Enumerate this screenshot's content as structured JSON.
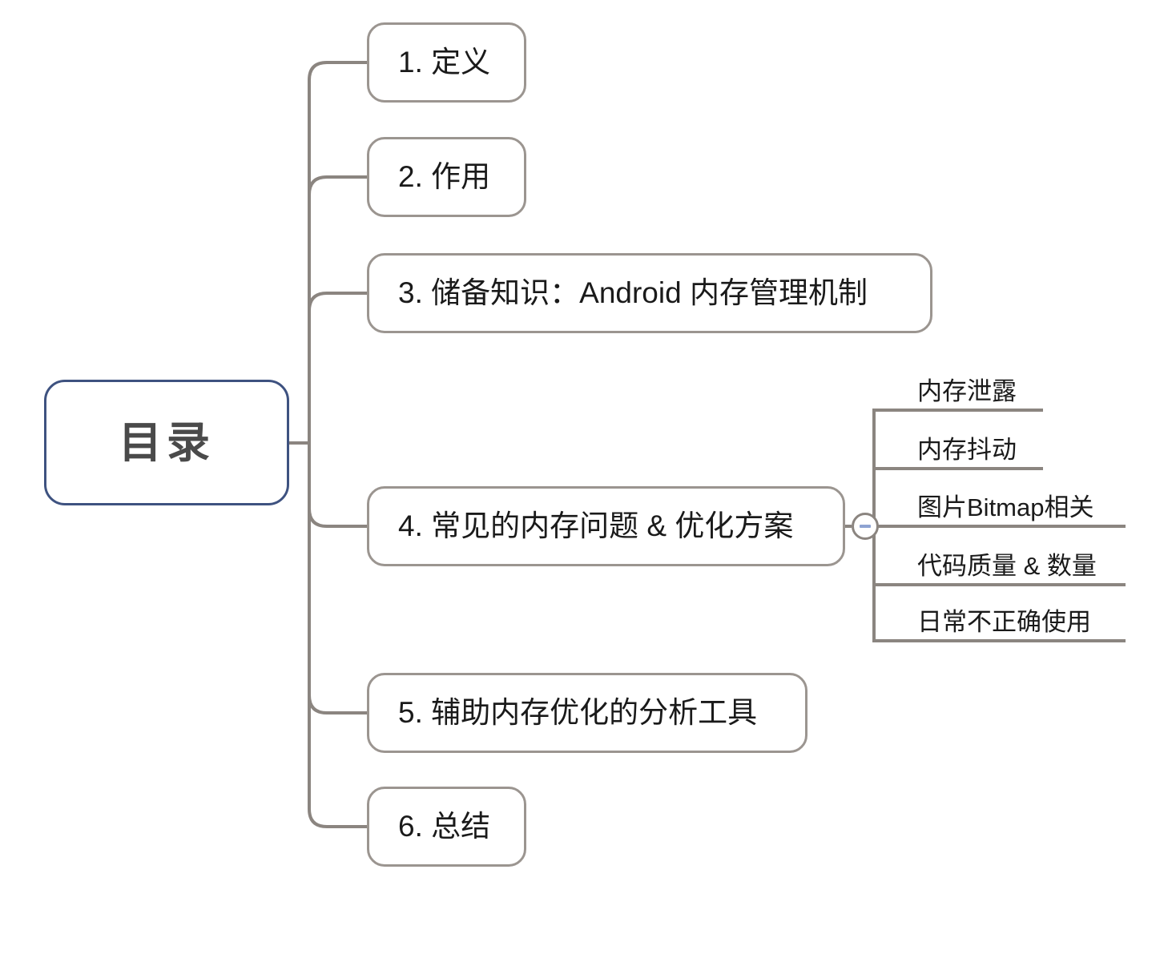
{
  "diagram": {
    "type": "mindmap",
    "title": "目录",
    "root": {
      "label": "目录",
      "border_color": "#3e5280",
      "text_color": "#4a4a4a"
    },
    "branch_border_color": "#9b9590",
    "connector_color": "#8b8580",
    "toggle_icon_color": "#8ea3d2",
    "branches": [
      {
        "label": "1. 定义"
      },
      {
        "label": "2. 作用"
      },
      {
        "label": "3. 储备知识：Android 内存管理机制"
      },
      {
        "label": "4. 常见的内存问题 & 优化方案",
        "toggle_state": "expanded",
        "children": [
          {
            "label": "内存泄露"
          },
          {
            "label": "内存抖动"
          },
          {
            "label": "图片Bitmap相关"
          },
          {
            "label": "代码质量 & 数量"
          },
          {
            "label": "日常不正确使用"
          }
        ]
      },
      {
        "label": "5. 辅助内存优化的分析工具"
      },
      {
        "label": "6. 总结"
      }
    ]
  }
}
